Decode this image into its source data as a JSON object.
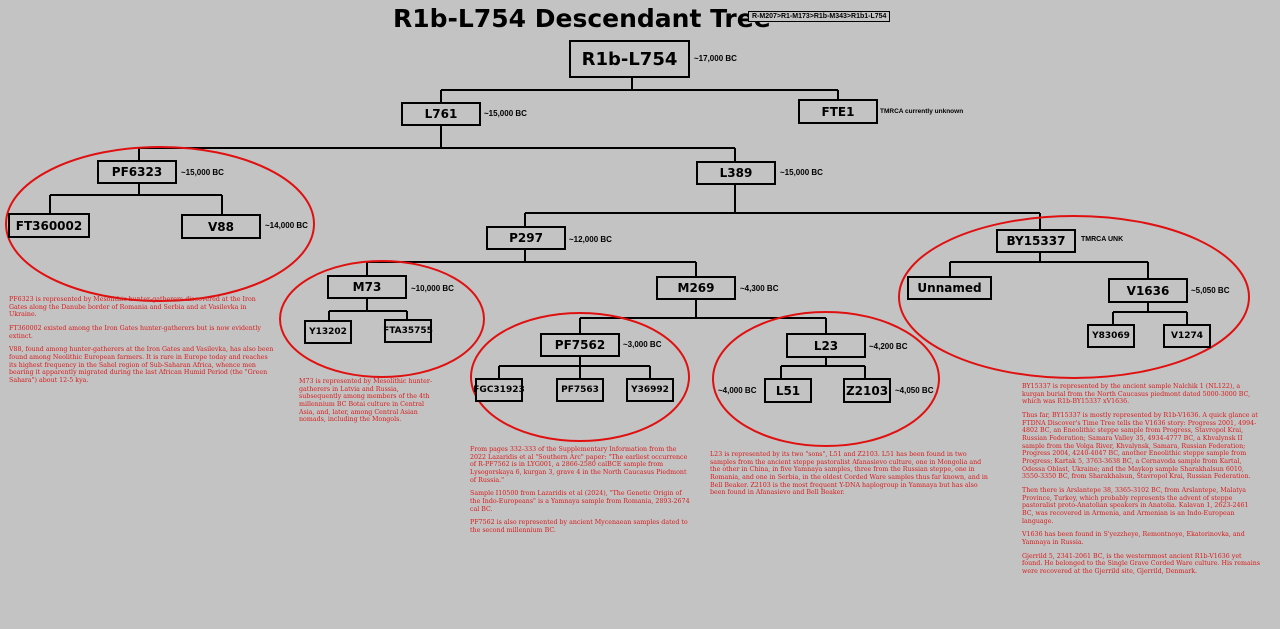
{
  "title": "R1b-L754 Descendant Tree",
  "lineage_path": "R-M207>R1-M173>R1b-M343>R1b1-L754",
  "colors": {
    "background": "#c3c3c3",
    "line": "#000000",
    "annotation": "#d81c1c",
    "ellipse": "#e01010"
  },
  "nodes": {
    "r1b_l754": {
      "label": "R1b-L754",
      "date": "~17,000 BC"
    },
    "l761": {
      "label": "L761",
      "date": "~15,000 BC"
    },
    "fte1": {
      "label": "FTE1",
      "date": "TMRCA currently unknown"
    },
    "pf6323": {
      "label": "PF6323",
      "date": "~15,000 BC"
    },
    "l389": {
      "label": "L389",
      "date": "~15,000 BC"
    },
    "ft360002": {
      "label": "FT360002",
      "date": ""
    },
    "v88": {
      "label": "V88",
      "date": "~14,000 BC"
    },
    "p297": {
      "label": "P297",
      "date": "~12,000 BC"
    },
    "by15337": {
      "label": "BY15337",
      "date": "TMRCA UNK"
    },
    "m73": {
      "label": "M73",
      "date": "~10,000 BC"
    },
    "m269": {
      "label": "M269",
      "date": "~4,300 BC"
    },
    "unnamed": {
      "label": "Unnamed",
      "date": ""
    },
    "v1636": {
      "label": "V1636",
      "date": "~5,050 BC"
    },
    "y13202": {
      "label": "Y13202",
      "date": ""
    },
    "fta35755": {
      "label": "FTA35755",
      "date": ""
    },
    "y83069": {
      "label": "Y83069",
      "date": ""
    },
    "v1274": {
      "label": "V1274",
      "date": ""
    },
    "pf7562": {
      "label": "PF7562",
      "date": "~3,000 BC"
    },
    "l23": {
      "label": "L23",
      "date": "~4,200 BC"
    },
    "fgc31923": {
      "label": "FGC31923",
      "date": ""
    },
    "pf7563": {
      "label": "PF7563",
      "date": ""
    },
    "y36992": {
      "label": "Y36992",
      "date": ""
    },
    "l51": {
      "label": "L51",
      "date": "~4,000 BC"
    },
    "z2103": {
      "label": "Z2103",
      "date": "~4,050 BC"
    }
  },
  "notes": {
    "pf6323": [
      "PF6323 is represented by Mesolithic hunter-gatherers discovered at the Iron Gates along the Danube border of Romania and Serbia and at Vasilevka in Ukraine.",
      "FT360002 existed among the Iron Gates hunter-gatherers but is now evidently extinct.",
      "V88, found among hunter-gatherers at the Iron Gates and Vasilevka, has also been found among Neolithic European farmers. It is rare in Europe today and reaches its highest frequency in the Sahel region of Sub-Saharan Africa, whence men bearing it apparently migrated during the last African Humid Period (the \"Green Sahara\") about 12-5 kya."
    ],
    "m73": [
      "M73 is represented by Mesolithic hunter-gatherers in Latvia and Russia, subsequently among members of the 4th millennium BC Botai culture in Central Asia, and, later, among Central Asian nomads, including the Mongols."
    ],
    "pf7562": [
      "From pages 332-333 of the Supplementary Information from the 2022 Lazaridis et al \"Southern Arc\" paper: \"The earliest occurrence of R-PF7562 is in LYG001, a 2866-2580 calBCE sample from Lysogorskaya 6, kurgan 3, grave 4 in the North Caucasus Piedmont of Russia.\"",
      "Sample I10500 from Lazaridis et al (2024), \"The Genetic Origin of the Indo-Europeans\" is a Yamnaya sample from Romania, 2893-2674 cal BC.",
      "PF7562 is also represented by ancient Mycenaean samples dated to the second millennium BC."
    ],
    "l23": [
      "L23 is represented by its two \"sons\", L51 and Z2103. L51 has been found in two samples from the ancient steppe pastoralist Afanasievo culture, one in Mongolia and the other in China, in five Yamnaya samples, three from the Russian steppe, one in Romania, and one in Serbia, in the oldest Corded Ware samples thus far known, and in Bell Beaker. Z2103 is the most frequent Y-DNA haplogroup in Yamnaya but has also been found in Afanasievo and Bell Beaker."
    ],
    "by15337": [
      "BY15337 is represented by the ancient sample Nalchik 1 (NL122), a kurgan burial from the North Caucasus piedmont dated 5000-3000 BC, which was R1b-BY15337 xV1636.",
      "Thus far, BY15337 is mostly represented by R1b-V1636. A quick glance at FTDNA Discover's Time Tree tells the V1636 story: Progress 2001, 4994-4802 BC, an Eneolithic steppe sample from Progress, Stavropol Krai, Russian Federation; Samara Valley 35, 4934-4777 BC, a Khvalynsk II sample from the Volga River, Khvalynsk, Samara, Russian Federation; Progress 2004, 4240-4047 BC, another Eneolithic steppe sample from Progress; Kartak 5, 3763-3638 BC, a Cernavoda sample from Kartal, Odessa Oblast, Ukraine; and the Maykop sample Sharakhalsun 6010, 3550-3350 BC, from  Sharakhalsun, Stavropol Krai, Russian Federation.",
      "Then there is Arslantepe 38, 3365-3102 BC, from Arslantepe, Malatya Province, Turkey, which probably represents the advent of steppe pastoralist proto-Anatolian speakers in Anatolia. Kalavan 1, 2623-2461 BC, was recovered in Armenia, and Armenian is an Indo-European language.",
      "V1636 has been found in S'yezzheye, Remontnoye, Ekaterinovka, and Yamnaya in Russia.",
      "Gjerrild 5, 2341-2061 BC, is the westernmost ancient R1b-V1636 yet found. He belonged to the Single Grave Corded Ware culture. His remains were recovered at the Gjerrild site, Gjerrild, Denmark."
    ]
  }
}
